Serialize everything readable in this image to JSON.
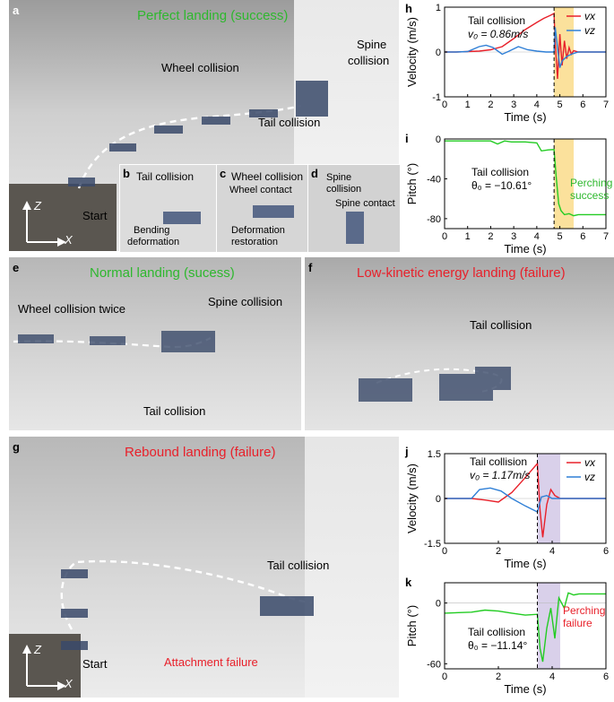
{
  "colors": {
    "vx": "#e8202a",
    "vz": "#2f7fd6",
    "pitch": "#22cc22",
    "success": "#2eb82e",
    "failure": "#e8202a",
    "band_success": "#f7c84a",
    "band_failure": "#b9a9d9"
  },
  "panels": {
    "a": {
      "letter": "a",
      "title": "Perfect landing (success)",
      "labels": {
        "wheel": "Wheel collision",
        "spine1": "Spine",
        "spine2": "collision",
        "tail": "Tail collision",
        "start": "Start"
      },
      "axes": {
        "z": "Z",
        "x": "X"
      }
    },
    "b": {
      "letter": "b",
      "title": "Tail collision",
      "label1": "Bending",
      "label2": "deformation"
    },
    "c": {
      "letter": "c",
      "title": "Wheel collision",
      "label_contact": "Wheel contact",
      "label1": "Deformation",
      "label2": "restoration"
    },
    "d": {
      "letter": "d",
      "label1": "Spine",
      "label2": "collision",
      "label_contact": "Spine contact"
    },
    "e": {
      "letter": "e",
      "title": "Normal landing (sucess)",
      "labels": {
        "wheel": "Wheel collision twice",
        "spine": "Spine collision",
        "tail": "Tail collision"
      }
    },
    "f": {
      "letter": "f",
      "title": "Low-kinetic energy landing (failure)",
      "labels": {
        "tail": "Tail collision"
      }
    },
    "g": {
      "letter": "g",
      "title": "Rebound landing (failure)",
      "labels": {
        "tail": "Tail collision",
        "attach": "Attachment failure",
        "start": "Start"
      },
      "axes": {
        "z": "Z",
        "x": "X"
      }
    },
    "h": {
      "letter": "h",
      "annotation1": "Tail collision",
      "annotation2": "v₀ = 0.86m/s"
    },
    "i": {
      "letter": "i",
      "annotation1": "Tail collision",
      "annotation2": "θ₀ = −10.61°",
      "status1": "Perching",
      "status2": "success"
    },
    "j": {
      "letter": "j",
      "annotation1": "Tail collision",
      "annotation2": "v₀ = 1.17m/s"
    },
    "k": {
      "letter": "k",
      "annotation1": "Tail collision",
      "annotation2": "θ₀ = −11.14°",
      "status1": "Perching",
      "status2": "failure"
    }
  },
  "chart_data": [
    {
      "id": "h",
      "type": "line",
      "xlabel": "Time (s)",
      "ylabel": "Velocity (m/s)",
      "xlim": [
        0,
        7
      ],
      "ylim": [
        -1,
        1
      ],
      "xticks": [
        "0",
        "1",
        "2",
        "3",
        "4",
        "5",
        "6",
        "7"
      ],
      "yticks": [
        "-1",
        "0",
        "1"
      ],
      "collision_time": 4.75,
      "band": [
        4.75,
        5.6
      ],
      "series": [
        {
          "name": "vx",
          "color": "#e8202a",
          "x": [
            0,
            0.5,
            1,
            1.5,
            2,
            2.5,
            3,
            3.5,
            4,
            4.3,
            4.6,
            4.75,
            4.8,
            4.9,
            5.0,
            5.1,
            5.2,
            5.3,
            5.4,
            5.5,
            5.6,
            5.8,
            6,
            6.5,
            7
          ],
          "y": [
            0,
            0,
            0.01,
            0.02,
            0.05,
            0.12,
            0.3,
            0.5,
            0.66,
            0.75,
            0.82,
            0.86,
            0.2,
            -0.6,
            0.4,
            -0.3,
            0.25,
            -0.15,
            0.1,
            -0.05,
            0.03,
            0,
            0,
            0,
            0
          ]
        },
        {
          "name": "vz",
          "color": "#2f7fd6",
          "x": [
            0,
            0.5,
            1,
            1.5,
            1.8,
            2.1,
            2.5,
            2.8,
            3.2,
            3.6,
            4,
            4.4,
            4.75,
            4.8,
            4.9,
            5.0,
            5.1,
            5.3,
            5.5,
            5.8,
            6,
            6.5,
            7
          ],
          "y": [
            0,
            0,
            0.01,
            0.12,
            0.15,
            0.1,
            -0.05,
            0.02,
            0.12,
            0.05,
            0.02,
            0,
            0,
            0.55,
            0.1,
            -0.35,
            -0.2,
            -0.1,
            -0.05,
            0,
            0,
            0,
            0
          ]
        }
      ]
    },
    {
      "id": "i",
      "type": "line",
      "xlabel": "Time (s)",
      "ylabel": "Pitch (°)",
      "xlim": [
        0,
        7
      ],
      "ylim": [
        -90,
        0
      ],
      "xticks": [
        "0",
        "1",
        "2",
        "3",
        "4",
        "5",
        "6",
        "7"
      ],
      "yticks": [
        "0",
        "-40",
        "-80"
      ],
      "collision_time": 4.75,
      "band": [
        4.75,
        5.6
      ],
      "series": [
        {
          "name": "pitch",
          "color": "#22cc22",
          "x": [
            0,
            1,
            2,
            2.3,
            2.6,
            2.9,
            3.5,
            4,
            4.2,
            4.5,
            4.75,
            4.85,
            4.95,
            5.05,
            5.2,
            5.4,
            5.6,
            5.8,
            6,
            6.5,
            7
          ],
          "y": [
            -2,
            -2,
            -2,
            -5,
            -2,
            -3,
            -3,
            -4,
            -12,
            -11,
            -10.61,
            -40,
            -65,
            -72,
            -76,
            -75,
            -77,
            -76,
            -76,
            -76,
            -76
          ]
        }
      ]
    },
    {
      "id": "j",
      "type": "line",
      "xlabel": "Time (s)",
      "ylabel": "Velocity (m/s)",
      "xlim": [
        0,
        6
      ],
      "ylim": [
        -1.5,
        1.5
      ],
      "xticks": [
        "0",
        "2",
        "4",
        "6"
      ],
      "yticks": [
        "1.5",
        "0",
        "-1.5"
      ],
      "collision_time": 3.45,
      "band": [
        3.45,
        4.3
      ],
      "series": [
        {
          "name": "vx",
          "color": "#e8202a",
          "x": [
            0,
            1,
            1.5,
            2,
            2.5,
            3,
            3.45,
            3.55,
            3.65,
            3.8,
            3.95,
            4.1,
            4.3,
            4.6,
            5,
            6
          ],
          "y": [
            0,
            0,
            -0.05,
            -0.12,
            0.2,
            0.7,
            1.17,
            -0.4,
            -1.3,
            -0.2,
            0.3,
            0.1,
            0,
            0,
            0,
            0
          ]
        },
        {
          "name": "vz",
          "color": "#2f7fd6",
          "x": [
            0,
            1,
            1.3,
            1.7,
            2.1,
            2.5,
            3,
            3.45,
            3.6,
            3.8,
            4,
            4.3,
            5,
            6
          ],
          "y": [
            0,
            0,
            0.3,
            0.35,
            0.25,
            0,
            -0.25,
            -0.45,
            0.05,
            0.1,
            0,
            0,
            0,
            0
          ]
        }
      ]
    },
    {
      "id": "k",
      "type": "line",
      "xlabel": "Time (s)",
      "ylabel": "Pitch (°)",
      "xlim": [
        0,
        6
      ],
      "ylim": [
        -65,
        20
      ],
      "xticks": [
        "0",
        "2",
        "4",
        "6"
      ],
      "yticks": [
        "0",
        "-60"
      ],
      "collision_time": 3.45,
      "band": [
        3.45,
        4.3
      ],
      "series": [
        {
          "name": "pitch",
          "color": "#22cc22",
          "x": [
            0,
            1,
            1.5,
            2,
            2.5,
            3,
            3.45,
            3.55,
            3.65,
            3.8,
            3.95,
            4.1,
            4.25,
            4.45,
            4.6,
            4.8,
            5,
            6
          ],
          "y": [
            -10,
            -9,
            -7,
            -8,
            -10,
            -12,
            -11.14,
            -45,
            -58,
            -25,
            -5,
            -35,
            5,
            -5,
            10,
            8,
            9,
            9
          ]
        }
      ]
    }
  ]
}
